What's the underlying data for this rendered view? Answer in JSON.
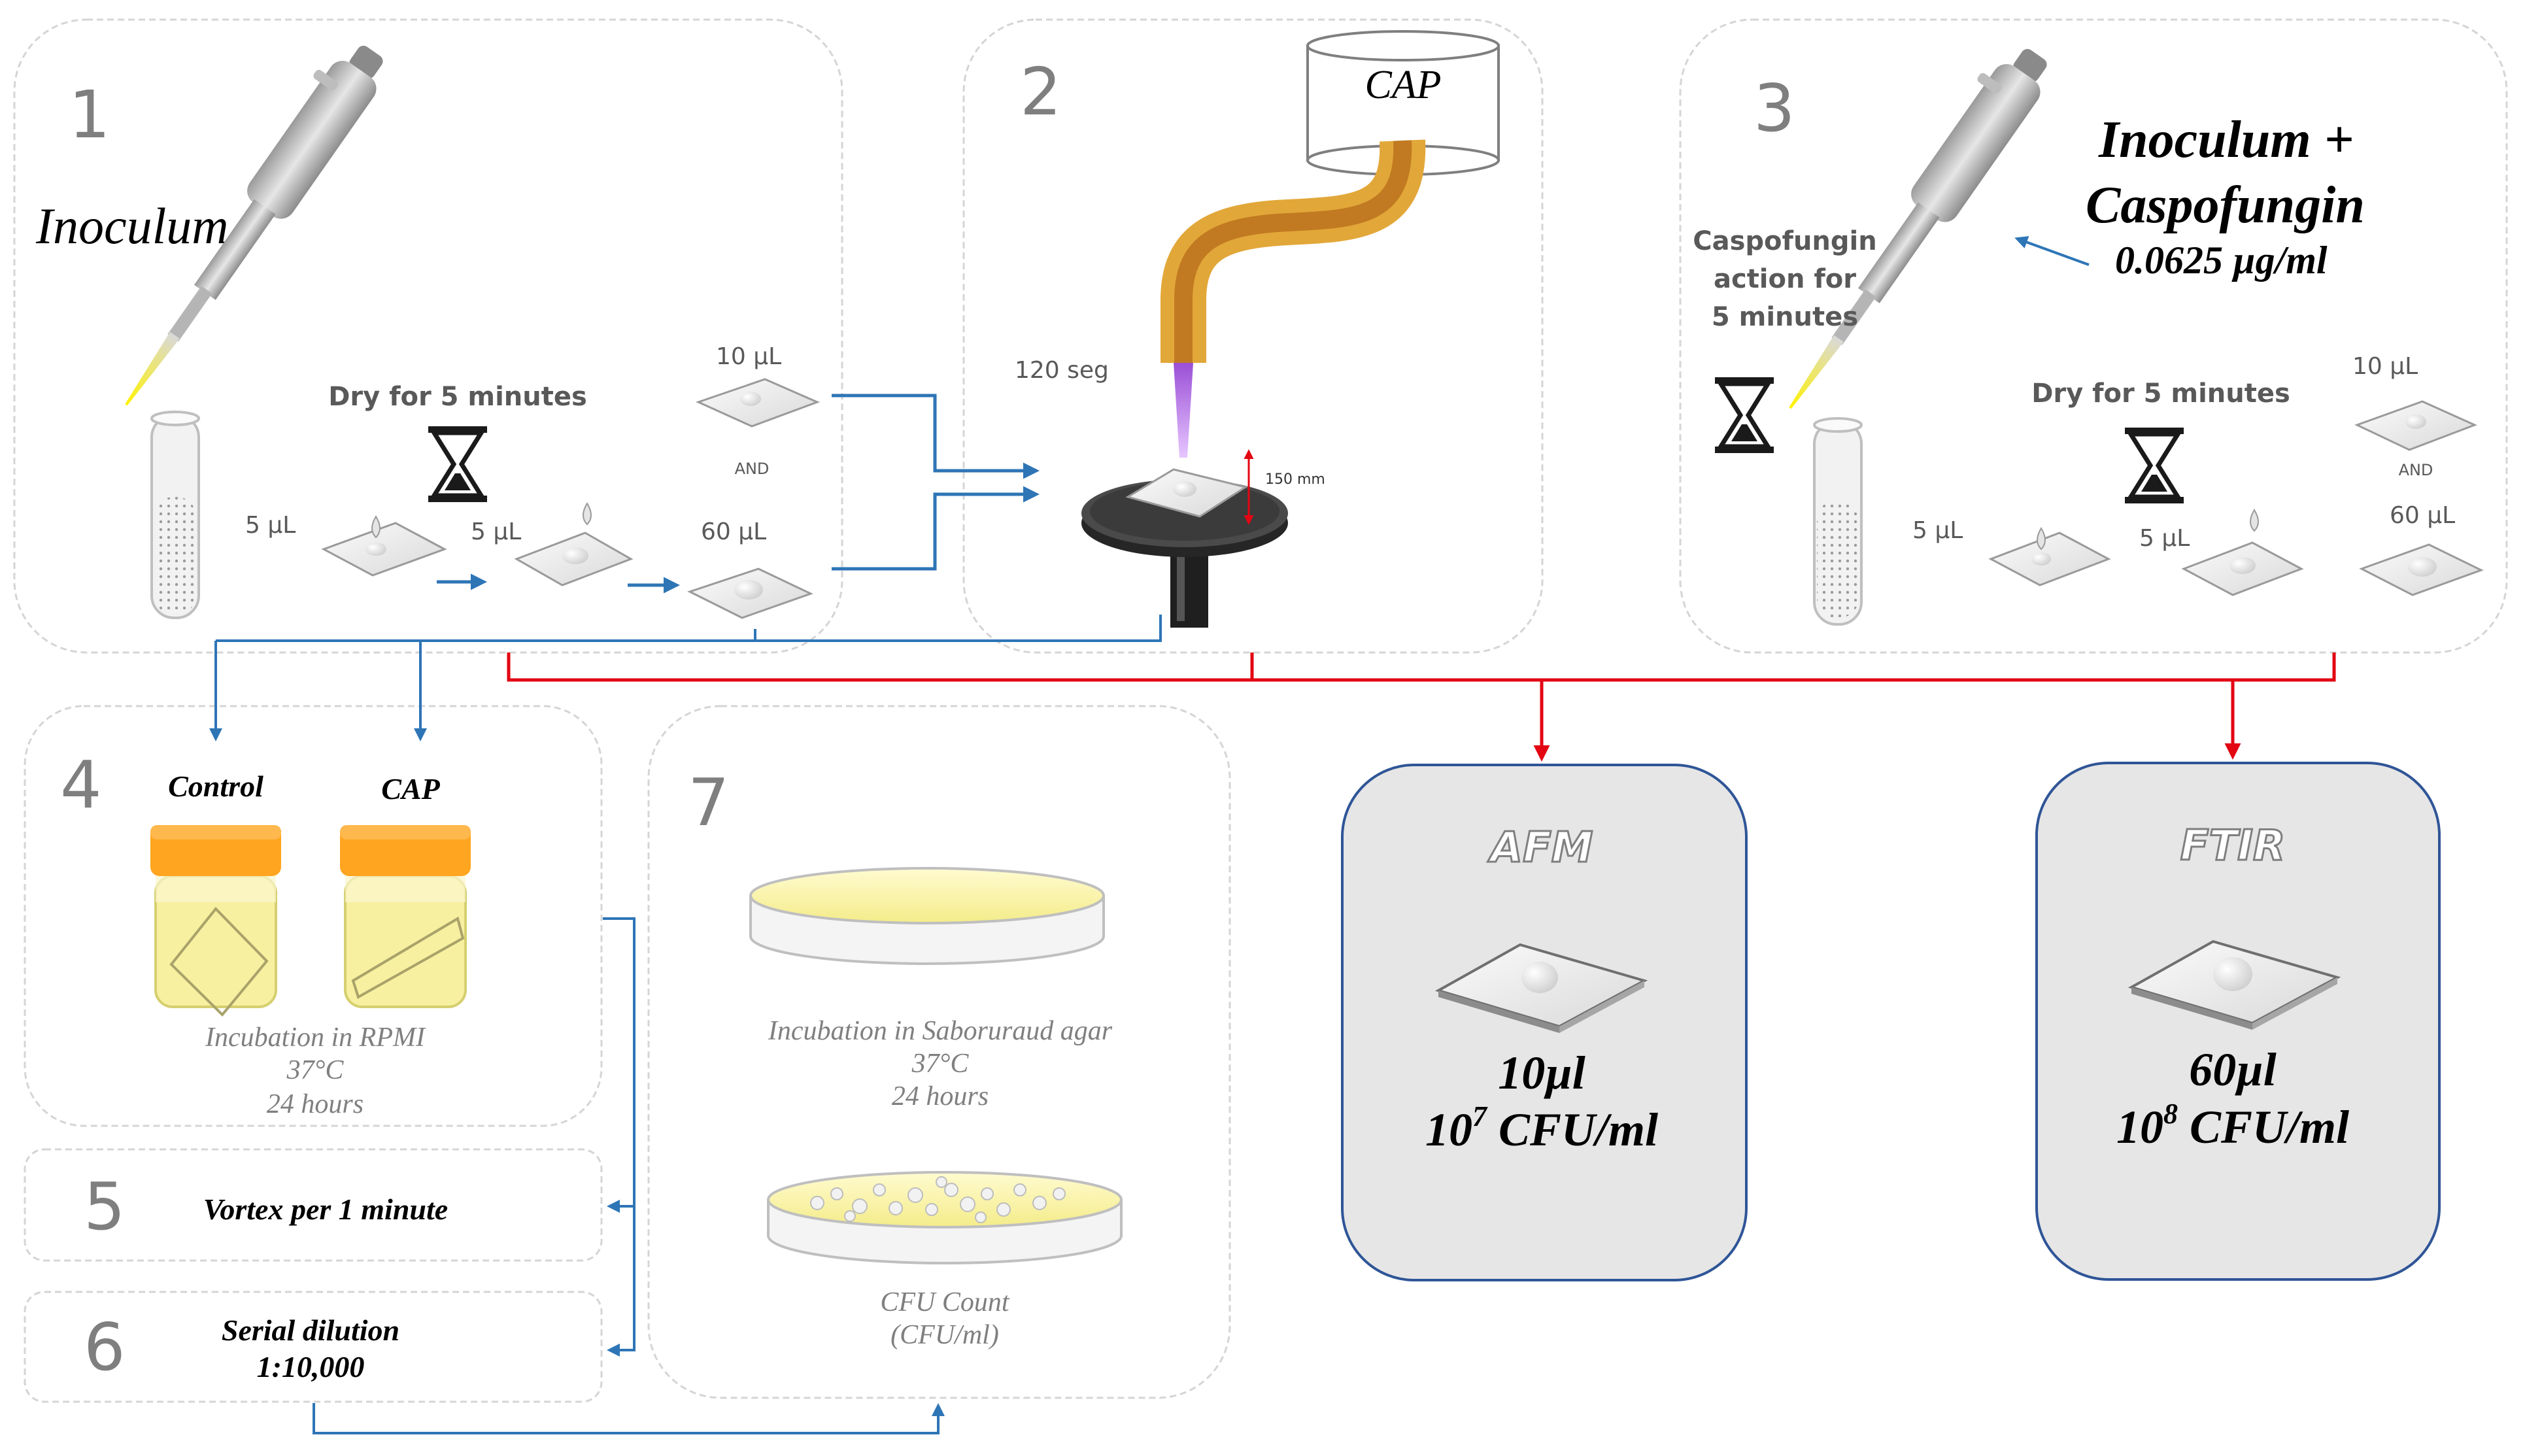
{
  "colors": {
    "panel_border": "#d5d5d5",
    "result_fill": "#e6e6e6",
    "result_border": "#2f5597",
    "blue_arrow": "#2e75b6",
    "red_arrow": "#e30613",
    "cap_orange": "#ffa51f",
    "liquid_yellow": "#f7f0a0",
    "tube_grey": "#bfbfbf",
    "plasma_purple": "#b46fe0",
    "tube_amber": "#e2a739"
  },
  "panel1": {
    "number": "1",
    "title": "Inoculum",
    "dry_label": "Dry for 5 minutes",
    "vol_5a": "5 µL",
    "vol_5b": "5 µL",
    "vol_10": "10 µL",
    "and_label": "AND",
    "vol_60": "60 µL",
    "icons": [
      "micropipette-icon",
      "test-tube-icon",
      "hourglass-icon",
      "glass-slide-icon"
    ]
  },
  "panel2": {
    "number": "2",
    "cap_label": "CAP",
    "time_label": "120 seg",
    "distance_label": "150 mm",
    "icons": [
      "plasma-jet-icon",
      "sample-stage-icon"
    ]
  },
  "panel3": {
    "number": "3",
    "title_line1": "Inoculum +",
    "title_line2": "Caspofungin",
    "concentration": "0.0625 µg/ml",
    "action_line1": "Caspofungin",
    "action_line2": "action for",
    "action_line3": "5 minutes",
    "dry_label": "Dry for 5 minutes",
    "vol_5a": "5 µL",
    "vol_5b": "5 µL",
    "vol_10": "10 µL",
    "and_label": "AND",
    "vol_60": "60 µL"
  },
  "panel4": {
    "number": "4",
    "control_label": "Control",
    "cap_label": "CAP",
    "incubation_line1": "Incubation in RPMI",
    "incubation_line2": "37°C",
    "incubation_line3": "24 hours"
  },
  "panel5": {
    "number": "5",
    "text": "Vortex per 1 minute"
  },
  "panel6": {
    "number": "6",
    "text_line1": "Serial dilution",
    "text_line2": "1:10,000"
  },
  "panel7": {
    "number": "7",
    "incubation_line1": "Incubation in Saboruraud agar",
    "incubation_line2": "37°C",
    "incubation_line3": "24 hours",
    "count_line1": "CFU Count",
    "count_line2": "(CFU/ml)"
  },
  "afm": {
    "title": "AFM",
    "volume": "10µl",
    "conc_base": "10",
    "conc_exp": "7",
    "conc_unit": " CFU/ml"
  },
  "ftir": {
    "title": "FTIR",
    "volume": "60µl",
    "conc_base": "10",
    "conc_exp": "8",
    "conc_unit": " CFU/ml"
  }
}
